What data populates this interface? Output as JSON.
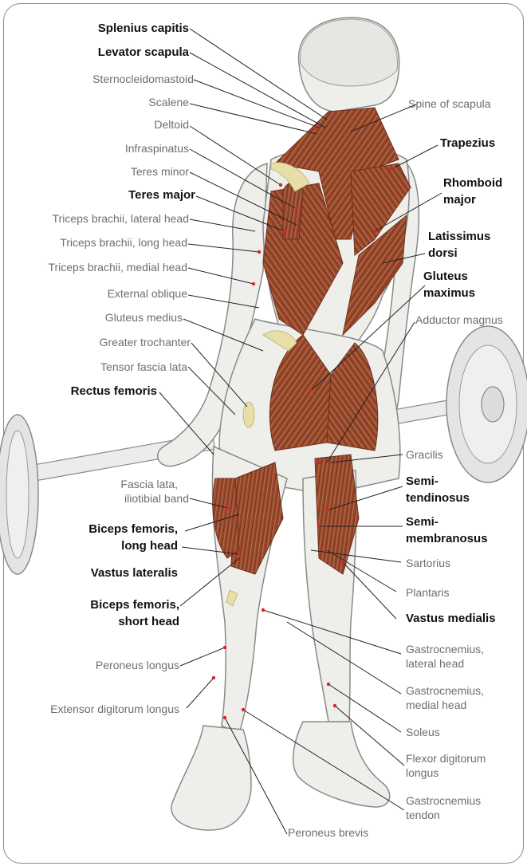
{
  "colors": {
    "muscle": "#9a4a2c",
    "muscle_dark": "#6d2f1a",
    "muscle_light": "#c07a5a",
    "skin": "#eeeeea",
    "outline": "#8a8a8a",
    "leader": "#222222",
    "plate": "#e4e4e2",
    "marker": "#d8242a",
    "tendon": "#e8dfa8"
  },
  "labels": {
    "splenius_capitis": "Splenius capitis",
    "levator_scapula": "Levator scapula",
    "sternocleidomastoid": "Sternocleidomastoid",
    "scalene": "Scalene",
    "deltoid": "Deltoid",
    "infraspinatus": "Infraspinatus",
    "teres_minor": "Teres minor",
    "teres_major": "Teres major",
    "triceps_lateral": "Triceps brachii, lateral head",
    "triceps_long": "Triceps brachii, long head",
    "triceps_medial": "Triceps brachii, medial head",
    "external_oblique": "External oblique",
    "gluteus_medius": "Gluteus medius",
    "greater_trochanter": "Greater trochanter",
    "tensor_fascia_lata": "Tensor fascia lata",
    "rectus_femoris": "Rectus femoris",
    "fascia_lata_1": "Fascia lata,",
    "fascia_lata_2": "iliotibial band",
    "biceps_long_1": "Biceps femoris,",
    "biceps_long_2": "long head",
    "vastus_lateralis": "Vastus lateralis",
    "biceps_short_1": "Biceps femoris,",
    "biceps_short_2": "short head",
    "peroneus_longus": "Peroneus longus",
    "extensor_digitorum": "Extensor digitorum longus",
    "spine_of_scapula": "Spine of scapula",
    "trapezius": "Trapezius",
    "rhomboid_1": "Rhomboid",
    "rhomboid_2": "major",
    "latissimus_1": "Latissimus",
    "latissimus_2": "dorsi",
    "gluteus_max_1": "Gluteus",
    "gluteus_max_2": "maximus",
    "adductor_magnus": "Adductor magnus",
    "gracilis": "Gracilis",
    "semitendinosus_1": "Semi-",
    "semitendinosus_2": "tendinosus",
    "semimembranosus_1": "Semi-",
    "semimembranosus_2": "membranosus",
    "sartorius": "Sartorius",
    "plantaris": "Plantaris",
    "vastus_medialis": "Vastus medialis",
    "gastroc_lateral_1": "Gastrocnemius,",
    "gastroc_lateral_2": "lateral head",
    "gastroc_medial_1": "Gastrocnemius,",
    "gastroc_medial_2": "medial head",
    "soleus": "Soleus",
    "flexor_digitorum_1": "Flexor digitorum",
    "flexor_digitorum_2": "longus",
    "gastroc_tendon_1": "Gastrocnemius",
    "gastroc_tendon_2": "tendon",
    "peroneus_brevis": "Peroneus brevis"
  }
}
